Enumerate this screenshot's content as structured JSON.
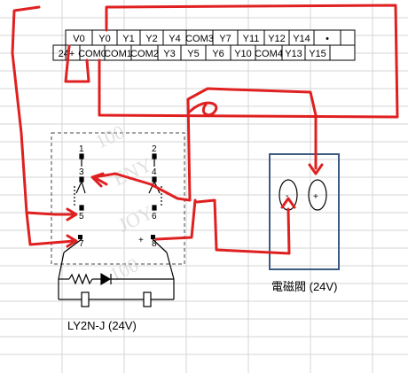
{
  "plc": {
    "top_row": [
      "V0",
      "Y0",
      "Y1",
      "Y2",
      "Y4",
      "COM3",
      "Y7",
      "Y11",
      "Y12",
      "Y14",
      "•"
    ],
    "bottom_row": [
      "24+",
      "COM0",
      "COM1",
      "COM2",
      "Y3",
      "Y5",
      "Y6",
      "Y10",
      "COM4",
      "Y13",
      "Y15"
    ]
  },
  "relay": {
    "pins": [
      "1",
      "2",
      "3",
      "4",
      "5",
      "6",
      "7",
      "8"
    ],
    "plus_sign": "+",
    "minus_sign": "-",
    "caption": "LY2N-J  (24V)",
    "watermark": [
      "100",
      "ENY",
      "JOY",
      "100"
    ]
  },
  "valve": {
    "minus_label": "-",
    "plus_label": "+",
    "caption": "電磁閥 (24V)"
  },
  "colors": {
    "wire": "#e02020",
    "valve_border": "#3b5b82",
    "grid": "#d6d6d6"
  }
}
